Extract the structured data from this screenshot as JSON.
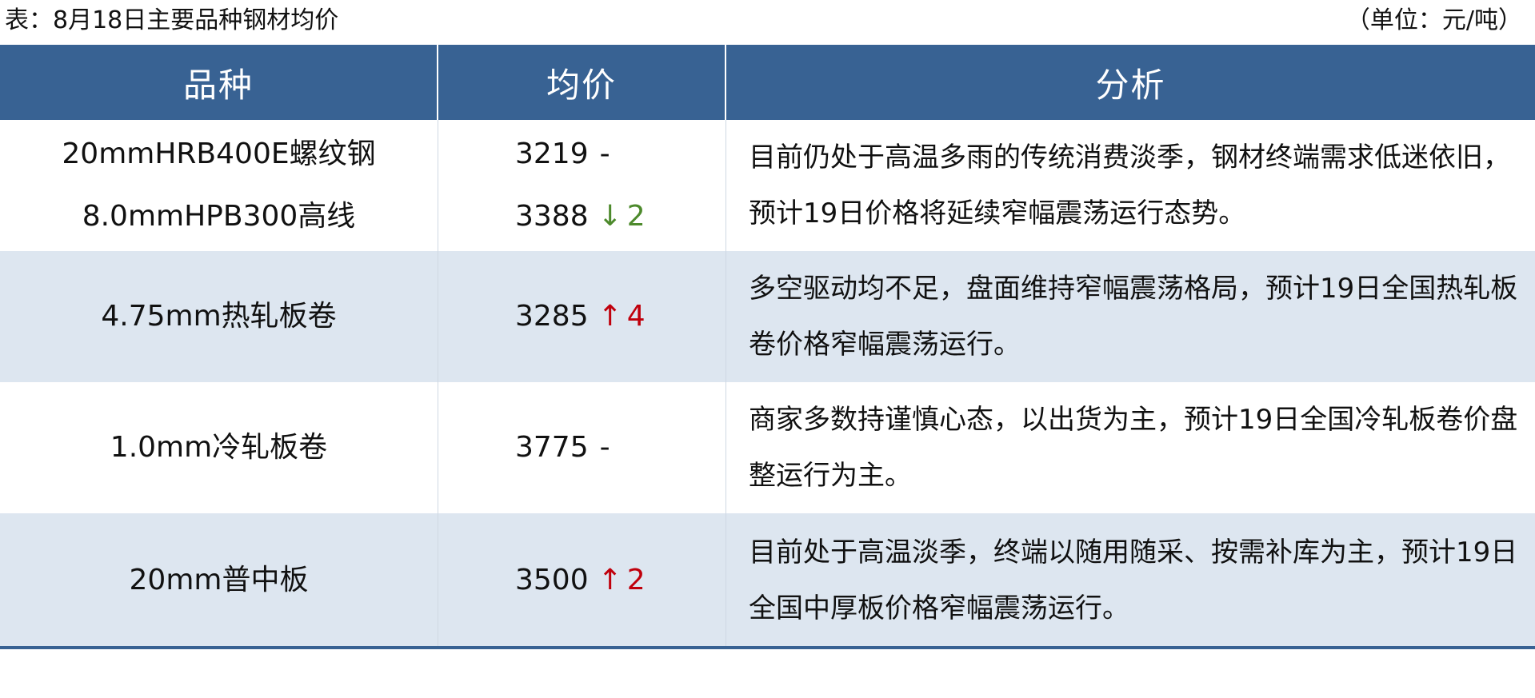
{
  "caption": {
    "title": "表：8月18日主要品种钢材均价",
    "unit": "（单位：元/吨）"
  },
  "table": {
    "headers": [
      "品种",
      "均价",
      "分析"
    ],
    "rows": [
      {
        "items": [
          {
            "name": "20mmHRB400E螺纹钢",
            "price": "3219",
            "direction": "flat",
            "arrow": "",
            "change": "-"
          },
          {
            "name": "8.0mmHPB300高线",
            "price": "3388",
            "direction": "down",
            "arrow": "↓",
            "change": "2"
          }
        ],
        "analysis": "目前仍处于高温多雨的传统消费淡季，钢材终端需求低迷依旧，预计19日价格将延续窄幅震荡运行态势。"
      },
      {
        "items": [
          {
            "name": "4.75mm热轧板卷",
            "price": "3285",
            "direction": "up",
            "arrow": "↑",
            "change": "4"
          }
        ],
        "analysis": "多空驱动均不足，盘面维持窄幅震荡格局，预计19日全国热轧板卷价格窄幅震荡运行。"
      },
      {
        "items": [
          {
            "name": "1.0mm冷轧板卷",
            "price": "3775",
            "direction": "flat",
            "arrow": "",
            "change": "-"
          }
        ],
        "analysis": "商家多数持谨慎心态，以出货为主，预计19日全国冷轧板卷价盘整运行为主。"
      },
      {
        "items": [
          {
            "name": "20mm普中板",
            "price": "3500",
            "direction": "up",
            "arrow": "↑",
            "change": "2"
          }
        ],
        "analysis": "目前处于高温淡季，终端以随用随采、按需补库为主，预计19日全国中厚板价格窄幅震荡运行。"
      }
    ]
  },
  "colors": {
    "header_bg": "#386293",
    "row_shade": "#dde6f0",
    "up": "#c0000c",
    "down": "#4d8a2c"
  }
}
